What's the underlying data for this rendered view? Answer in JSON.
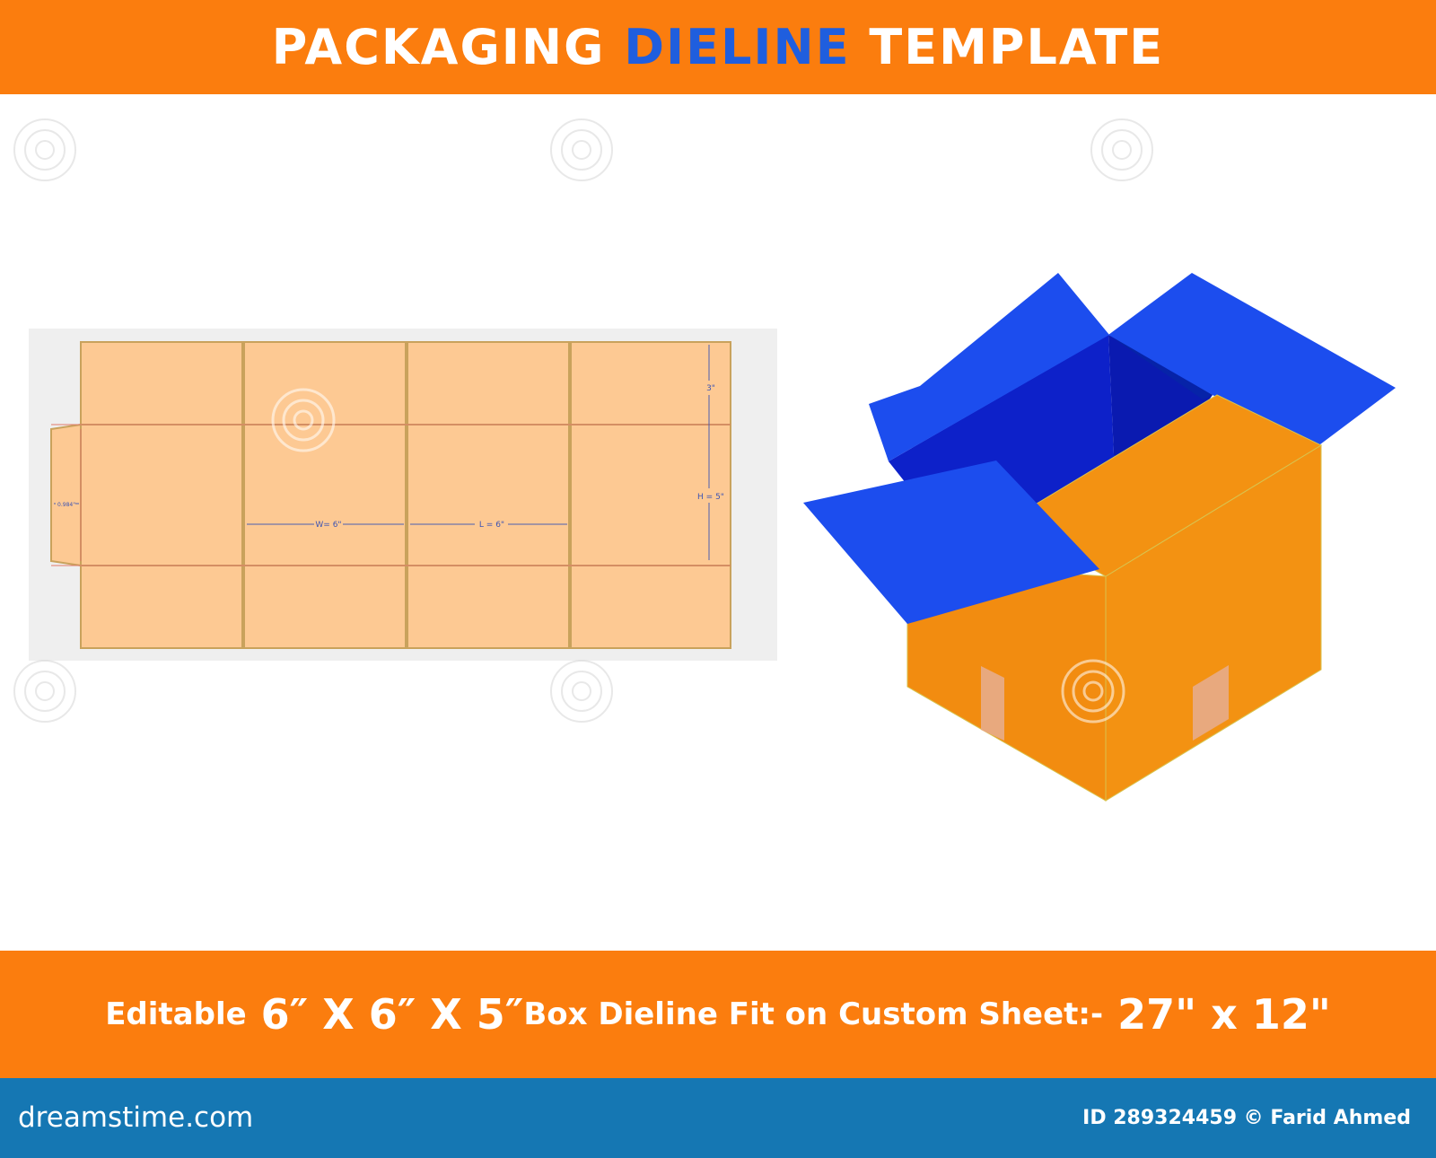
{
  "header": {
    "title_part1": "PACKAGING ",
    "title_accent": "DIELINE",
    "title_part2": " TEMPLATE"
  },
  "dieline": {
    "dim_flap": "3\"",
    "dim_height": "H = 5\"",
    "dim_width": "W= 6\"",
    "dim_length": "L = 6\"",
    "dim_glue": "0.984\""
  },
  "caption": {
    "editable": "Editable",
    "dims": "6″ X 6″ X 5″",
    "middle": "Box Dieline Fit on Custom Sheet:-",
    "sheet": "27\" x 12\""
  },
  "footer": {
    "brand": "dreamstime.com",
    "credit": "ID 289324459 © Farid Ahmed"
  },
  "colors": {
    "orange_banner": "#fb7d0e",
    "accent_blue": "#1f5ede",
    "footer_blue": "#1577b3",
    "dieline_fill": "#fdc993",
    "box_orange": "#f39212",
    "flap_blue": "#1c4dee"
  }
}
